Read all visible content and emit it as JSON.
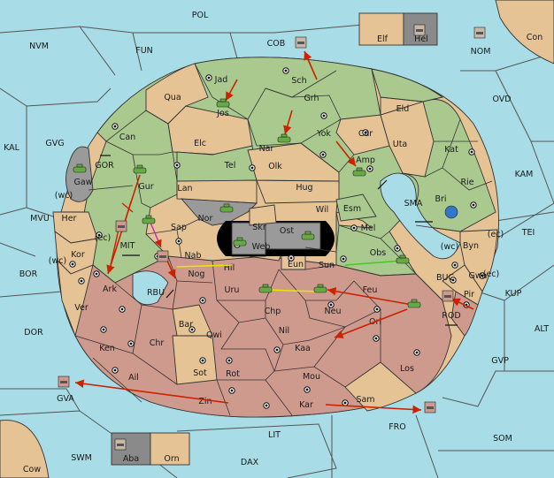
{
  "colors": {
    "sea": "#a8dce6",
    "neutral_land": "#e6c395",
    "green_power": "#a9c98f",
    "pink_power": "#cf9a8e",
    "gray_land": "#9a9a9a",
    "dark_gray": "#808080",
    "impassable": "#000000",
    "order_move": "#cc2200",
    "order_support_yellow": "#e6e600",
    "order_support_green": "#44cc22",
    "order_convoy_magenta": "#cc22cc"
  },
  "sea_labels": {
    "pol": "POL",
    "nvm": "NVM",
    "fun": "FUN",
    "cob": "COB",
    "nom": "NOM",
    "ovd": "OVD",
    "kal": "KAL",
    "gvg": "GVG",
    "gor": "GOR",
    "kam": "KAM",
    "sma": "SMA",
    "tei": "TEI",
    "mvu": "MVU",
    "mit": "MIT",
    "bor": "BOR",
    "rbu": "RBU",
    "buc": "BUC",
    "kup": "KUP",
    "rod": "ROD",
    "alt": "ALT",
    "dor": "DOR",
    "gvp": "GVP",
    "gva": "GVA",
    "fro": "FRO",
    "som": "SOM",
    "swm": "SWM",
    "lit": "LIT",
    "dax": "DAX"
  },
  "land_labels": {
    "con": "Con",
    "elf": "Elf",
    "hel": "Hel",
    "cow": "Cow",
    "aba": "Aba",
    "orn": "Orn",
    "jad": "Jad",
    "sch": "Sch",
    "qua": "Qua",
    "jos": "Jos",
    "grh": "Grh",
    "eld": "Eld",
    "can": "Can",
    "elc": "Elc",
    "nar": "Nar",
    "yok": "Yok",
    "car": "Car",
    "uta": "Uta",
    "kat": "Kat",
    "gaw": "Gaw",
    "gur": "Gur",
    "tel": "Tel",
    "olk": "Olk",
    "amp": "Amp",
    "rie": "Rie",
    "lan": "Lan",
    "hug": "Hug",
    "bri": "Bri",
    "wil": "Wil",
    "esm": "Esm",
    "nor": "Nor",
    "skr": "Skr",
    "ost": "Ost",
    "mel": "Mel",
    "her": "Her",
    "sap": "Sap",
    "web": "Web",
    "byn": "Byn",
    "kor": "Kor",
    "nab": "Nab",
    "hil": "Hil",
    "eun": "Eun",
    "obs": "Obs",
    "sun": "Sun",
    "gwa": "Gwa",
    "nog": "Nog",
    "ark": "Ark",
    "uru": "Uru",
    "feu": "Feu",
    "pir": "Pir",
    "ver": "Ver",
    "chp": "Chp",
    "neu": "Neu",
    "orl": "Orl",
    "bar": "Bar",
    "qwi": "Qwi",
    "nil": "Nil",
    "ken": "Ken",
    "chr": "Chr",
    "kaa": "Kaa",
    "ail": "Ail",
    "sot": "Sot",
    "rot": "Rot",
    "mou": "Mou",
    "los": "Los",
    "zin": "Zin",
    "kar": "Kar",
    "sam": "Sam"
  },
  "coast_tags": {
    "wc1": "(wc)",
    "ec1": "(ec)",
    "wc2": "(wc)",
    "wc3": "(wc)",
    "ec2": "(ec)",
    "ec3": "(ec)"
  },
  "units": [
    {
      "id": "u-cob",
      "kind": "army",
      "power": "neutral"
    },
    {
      "id": "u-nom",
      "kind": "army",
      "power": "neutral"
    },
    {
      "id": "u-hel",
      "kind": "fleet",
      "power": "neutral"
    },
    {
      "id": "u-jos",
      "kind": "army",
      "power": "green"
    },
    {
      "id": "u-nar",
      "kind": "army",
      "power": "green"
    },
    {
      "id": "u-amp",
      "kind": "army",
      "power": "green"
    },
    {
      "id": "u-gaw",
      "kind": "army",
      "power": "green"
    },
    {
      "id": "u-gur",
      "kind": "army",
      "power": "green"
    },
    {
      "id": "u-nor",
      "kind": "army",
      "power": "green"
    },
    {
      "id": "u-sap",
      "kind": "army",
      "power": "green"
    },
    {
      "id": "u-ost",
      "kind": "army",
      "power": "green"
    },
    {
      "id": "u-web",
      "kind": "army",
      "power": "green"
    },
    {
      "id": "u-obs",
      "kind": "army",
      "power": "green"
    },
    {
      "id": "u-bri",
      "kind": "fleet",
      "power": "blue"
    },
    {
      "id": "u-mvu",
      "kind": "fleet",
      "power": "pink"
    },
    {
      "id": "u-mit",
      "kind": "fleet",
      "power": "pink"
    },
    {
      "id": "u-uru",
      "kind": "army",
      "power": "green"
    },
    {
      "id": "u-feu",
      "kind": "army",
      "power": "green"
    },
    {
      "id": "u-orl",
      "kind": "army",
      "power": "green"
    },
    {
      "id": "u-buc",
      "kind": "fleet",
      "power": "pink"
    },
    {
      "id": "u-gva",
      "kind": "fleet",
      "power": "pink"
    },
    {
      "id": "u-fro",
      "kind": "fleet",
      "power": "pink"
    },
    {
      "id": "u-aba",
      "kind": "fleet",
      "power": "neutral"
    }
  ]
}
